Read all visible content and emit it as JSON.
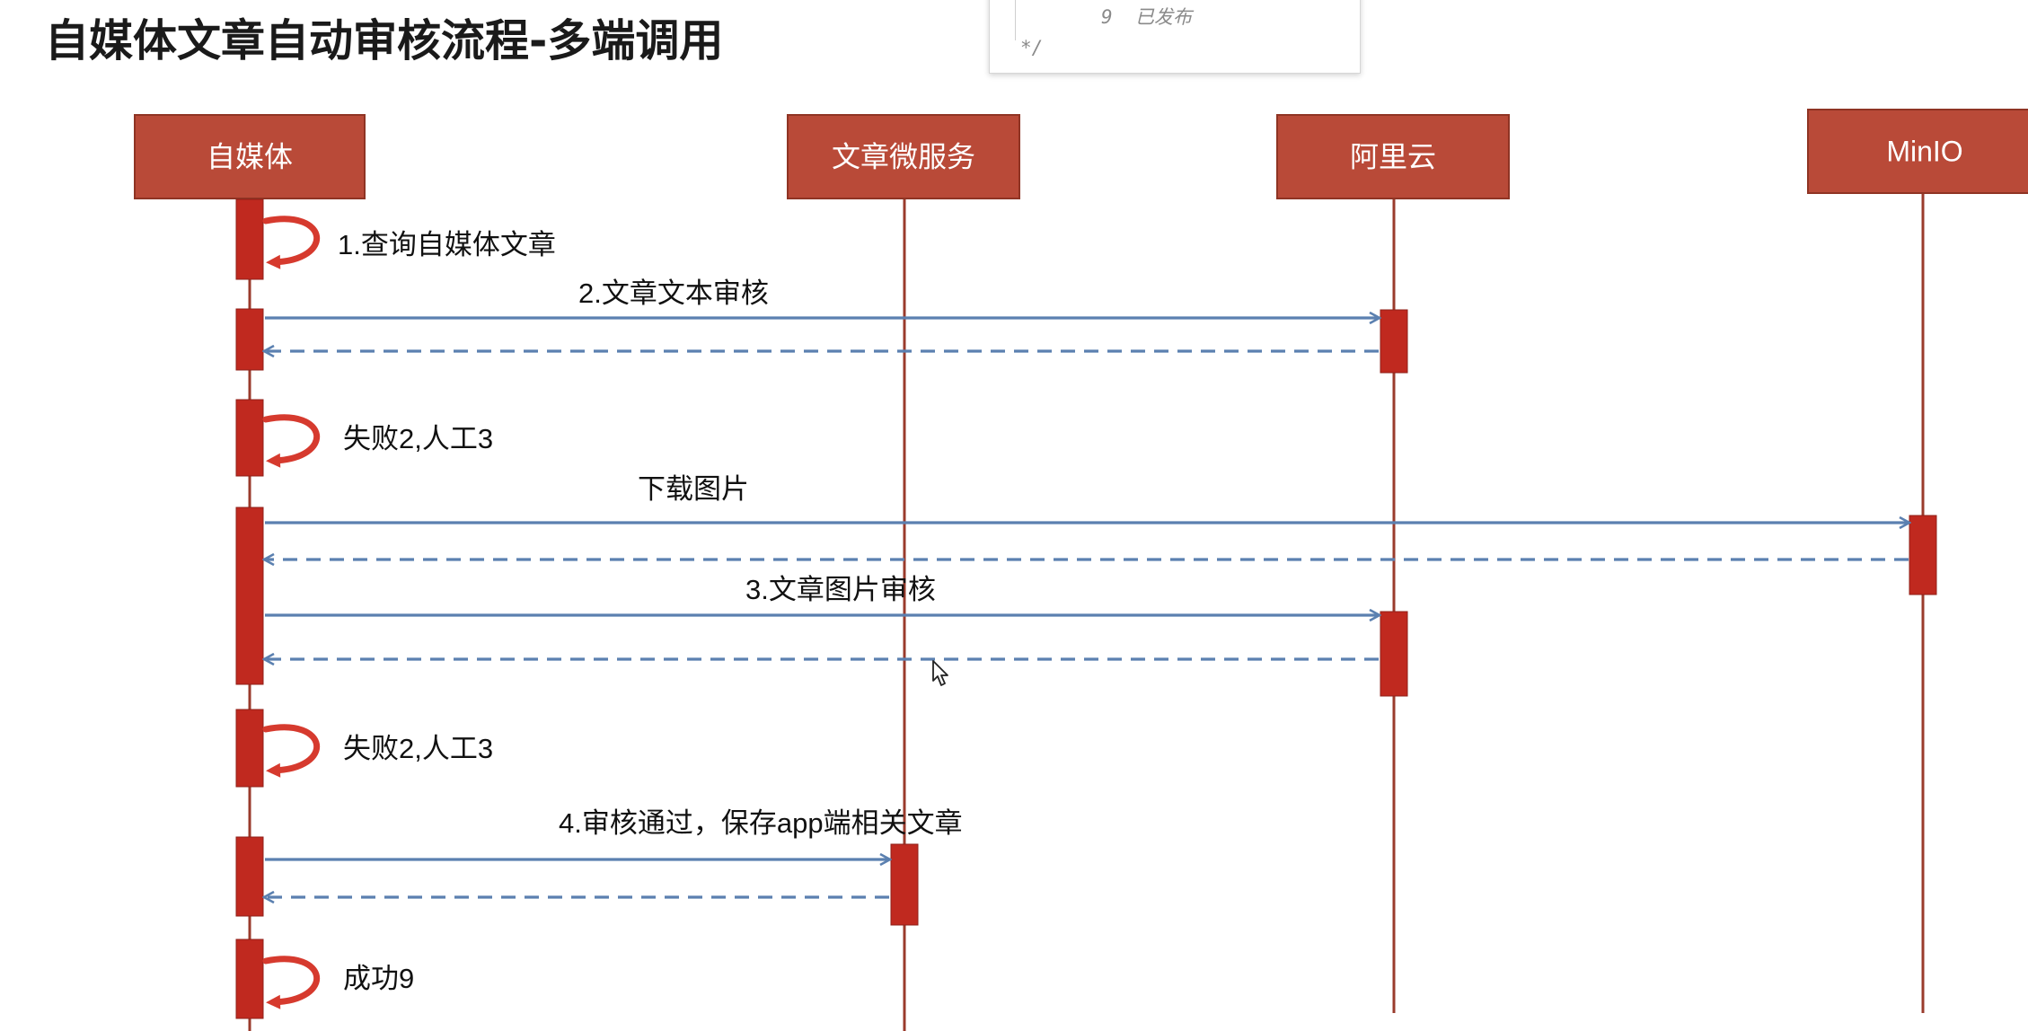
{
  "title": "自媒体文章自动审核流程-多端调用",
  "code_popup": {
    "line_number": "9",
    "line_text": "已发布",
    "comment_end": "*/"
  },
  "colors": {
    "actor_fill": "#b94a38",
    "actor_border": "#8f3424",
    "lifeline": "#9a3b2c",
    "activation": "#c0291f",
    "arrow": "#5b80b0",
    "self_loop": "#d63a2e"
  },
  "actors": [
    {
      "id": "media",
      "label": "自媒体"
    },
    {
      "id": "article",
      "label": "文章微服务"
    },
    {
      "id": "aliyun",
      "label": "阿里云"
    },
    {
      "id": "minio",
      "label": "MinIO"
    }
  ],
  "messages": [
    {
      "id": "m1",
      "type": "self",
      "actor": "media",
      "label": "1.查询自媒体文章"
    },
    {
      "id": "m2",
      "type": "call",
      "from": "media",
      "to": "aliyun",
      "label": "2.文章文本审核"
    },
    {
      "id": "m2r",
      "type": "return",
      "from": "aliyun",
      "to": "media",
      "label": ""
    },
    {
      "id": "m3",
      "type": "self",
      "actor": "media",
      "label": "失败2,人工3"
    },
    {
      "id": "m4",
      "type": "call",
      "from": "media",
      "to": "minio",
      "label": "下载图片"
    },
    {
      "id": "m4r",
      "type": "return",
      "from": "minio",
      "to": "media",
      "label": ""
    },
    {
      "id": "m5",
      "type": "call",
      "from": "media",
      "to": "aliyun",
      "label": "3.文章图片审核"
    },
    {
      "id": "m5r",
      "type": "return",
      "from": "aliyun",
      "to": "media",
      "label": ""
    },
    {
      "id": "m6",
      "type": "self",
      "actor": "media",
      "label": "失败2,人工3"
    },
    {
      "id": "m7",
      "type": "call",
      "from": "media",
      "to": "article",
      "label": "4.审核通过，保存app端相关文章"
    },
    {
      "id": "m7r",
      "type": "return",
      "from": "article",
      "to": "media",
      "label": ""
    },
    {
      "id": "m8",
      "type": "self",
      "actor": "media",
      "label": "成功9"
    }
  ]
}
